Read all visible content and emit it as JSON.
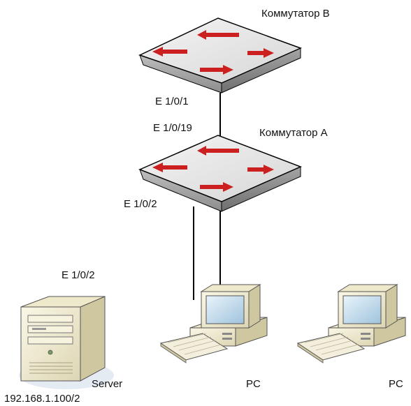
{
  "switch_b": {
    "label": "Коммутатор B"
  },
  "switch_a": {
    "label": "Коммутатор A"
  },
  "ports": {
    "b_uplink": "E 1/0/1",
    "a_uplink": "E 1/0/19",
    "a_down": "E 1/0/2",
    "server_port": "E 1/0/2"
  },
  "server": {
    "label": "Server",
    "ip": "192.168.1.100/2"
  },
  "pc1": {
    "label": "PC"
  },
  "pc2": {
    "label": "PC"
  },
  "colors": {
    "arrow": "#cc1f1f",
    "switch_top": "#ececec",
    "outline": "#000000"
  }
}
